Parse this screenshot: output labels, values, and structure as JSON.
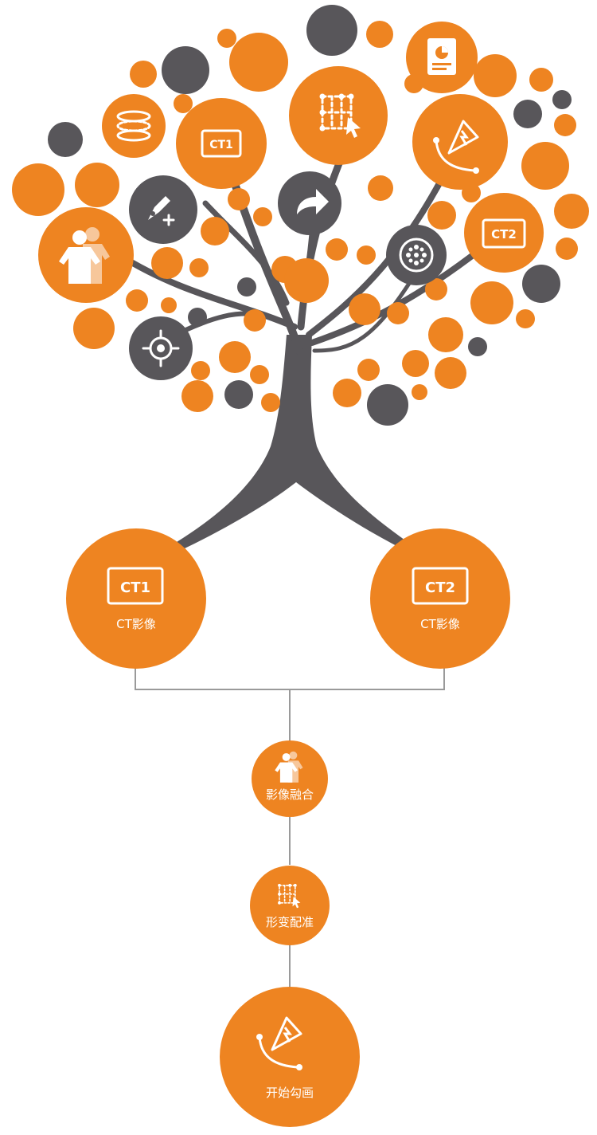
{
  "colors": {
    "orange": "#ee8421",
    "gray": "#58565a",
    "connector": "#9a9a9a",
    "background": "#ffffff"
  },
  "tree": {
    "icons": [
      "ct1-screen-icon",
      "ct2-screen-icon",
      "grid-select-icon",
      "pen-curve-icon",
      "pen-add-icon",
      "forward-arrow-icon",
      "crosshair-icon",
      "overlap-people-icon",
      "aperture-icon",
      "ring-layers-icon",
      "report-document-icon"
    ],
    "badges": {
      "ct1": "CT1",
      "ct2": "CT2"
    }
  },
  "flow": {
    "nodes": [
      {
        "id": "ct1",
        "icon": "ct1-screen-icon",
        "badge": "CT1",
        "label": "CT影像"
      },
      {
        "id": "ct2",
        "icon": "ct2-screen-icon",
        "badge": "CT2",
        "label": "CT影像"
      },
      {
        "id": "fusion",
        "icon": "overlap-people-icon",
        "label": "影像融合"
      },
      {
        "id": "registration",
        "icon": "grid-select-icon",
        "label": "形变配准"
      },
      {
        "id": "contour",
        "icon": "pen-curve-icon",
        "label": "开始勾画"
      }
    ]
  }
}
